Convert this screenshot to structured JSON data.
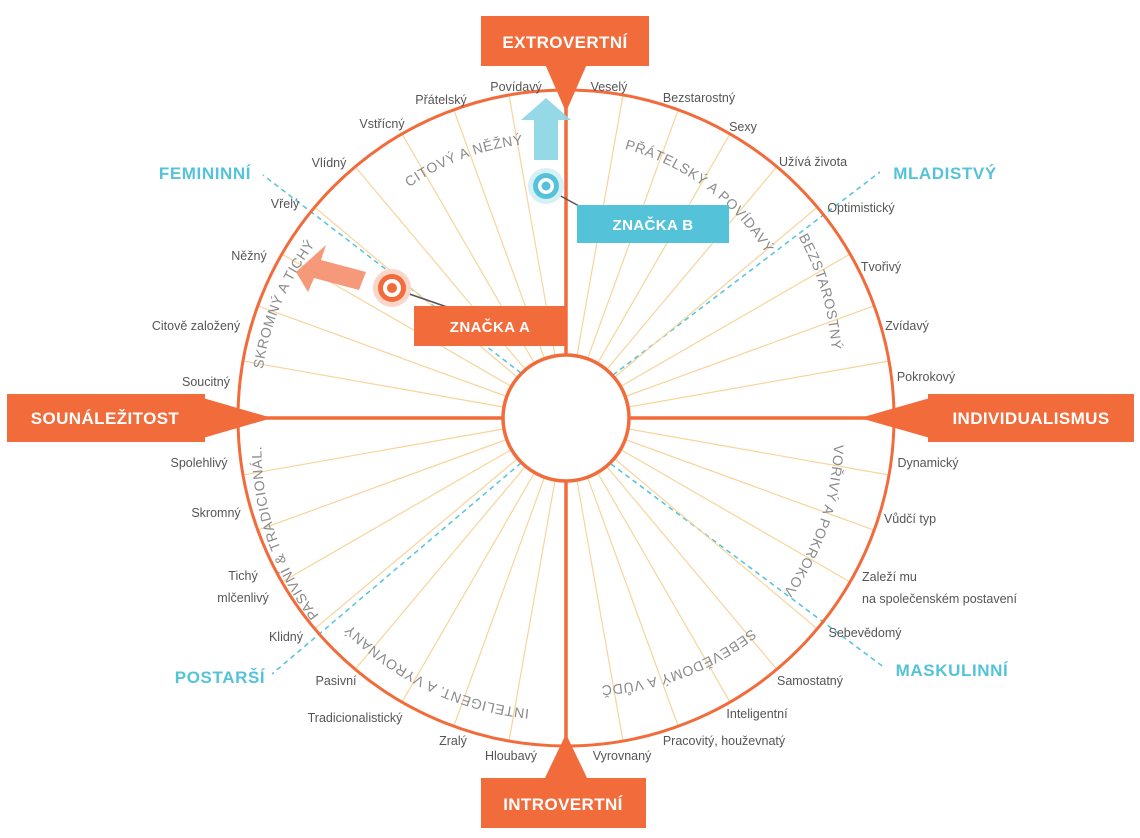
{
  "axes": {
    "top": "EXTROVERTNÍ",
    "bottom": "INTROVERTNÍ",
    "left": "SOUNÁLEŽITOST",
    "right": "INDIVIDUALISMUS"
  },
  "diagonals": {
    "top_left": "FEMININNÍ",
    "top_right": "MLADISTVÝ",
    "bottom_left": "POSTARŠÍ",
    "bottom_right": "MASKULINNÍ"
  },
  "segments": {
    "top_left": "CITOVÝ A NĚŽNÝ",
    "top_right": "PŘÁTELSKÝ A POVÍDAVÝ",
    "right_upper": "BEZSTAROSTNÝ",
    "right_lower": "TVOŘIVÝ A POKROKOVÝ",
    "bottom_right": "SEBEVĚDOMÝ A VŮDČÍ",
    "bottom_left": "INTELIGENT. A VYROVNANÝ",
    "left_lower": "PASIVNÍ & TRADICIONÁL.",
    "left_upper": "SKROMNÝ A TICHÝ"
  },
  "traits": [
    {
      "id": "povidavy",
      "lines": [
        "Povídavý"
      ]
    },
    {
      "id": "vesely",
      "lines": [
        "Veselý"
      ]
    },
    {
      "id": "bezstarostny",
      "lines": [
        "Bezstarostný"
      ]
    },
    {
      "id": "sexy",
      "lines": [
        "Sexy"
      ]
    },
    {
      "id": "uziva-zivota",
      "lines": [
        "Užívá života"
      ]
    },
    {
      "id": "optimisticky",
      "lines": [
        "Optimistický"
      ]
    },
    {
      "id": "tvorivy",
      "lines": [
        "Tvořivý"
      ]
    },
    {
      "id": "zvidavy",
      "lines": [
        "Zvídavý"
      ]
    },
    {
      "id": "pokrokovy",
      "lines": [
        "Pokrokový"
      ]
    },
    {
      "id": "dynamicky",
      "lines": [
        "Dynamický"
      ]
    },
    {
      "id": "vudci-typ",
      "lines": [
        "Vůdčí typ"
      ]
    },
    {
      "id": "zalezi-mu",
      "lines": [
        "Zaleží mu",
        "na společenském postavení"
      ]
    },
    {
      "id": "sebevedomy",
      "lines": [
        "Sebevědomý"
      ]
    },
    {
      "id": "samostatny",
      "lines": [
        "Samostatný"
      ]
    },
    {
      "id": "inteligentni",
      "lines": [
        "Inteligentní"
      ]
    },
    {
      "id": "pracovity",
      "lines": [
        "Pracovitý, houževnatý"
      ]
    },
    {
      "id": "vyrovnany",
      "lines": [
        "Vyrovnaný"
      ]
    },
    {
      "id": "hloubavy",
      "lines": [
        "Hloubavý"
      ]
    },
    {
      "id": "zraly",
      "lines": [
        "Zralý"
      ]
    },
    {
      "id": "tradicionalisticky",
      "lines": [
        "Tradicionalistický"
      ]
    },
    {
      "id": "pasivni",
      "lines": [
        "Pasivní"
      ]
    },
    {
      "id": "klidny",
      "lines": [
        "Klidný"
      ]
    },
    {
      "id": "tichy",
      "lines": [
        "Tichý",
        "mlčenlivý"
      ]
    },
    {
      "id": "skromny",
      "lines": [
        "Skromný"
      ]
    },
    {
      "id": "spolehlivy",
      "lines": [
        "Spolehlivý"
      ]
    },
    {
      "id": "soucitny",
      "lines": [
        "Soucitný"
      ]
    },
    {
      "id": "citove-zalozeny",
      "lines": [
        "Citově založený"
      ]
    },
    {
      "id": "nezny",
      "lines": [
        "Něžný"
      ]
    },
    {
      "id": "vrely",
      "lines": [
        "Vřelý"
      ]
    },
    {
      "id": "vlidny",
      "lines": [
        "Vlídný"
      ]
    },
    {
      "id": "vstricny",
      "lines": [
        "Vstřícný"
      ]
    },
    {
      "id": "pratelsky",
      "lines": [
        "Přátelský"
      ]
    }
  ],
  "markers": {
    "a": "ZNAČKA A",
    "b": "ZNAČKA B"
  },
  "colors": {
    "orange": "#f26b3a",
    "blue": "#54c3da",
    "spoke": "#f8d49a",
    "trait_text": "#555555",
    "segment_text": "#8a8a8a"
  }
}
